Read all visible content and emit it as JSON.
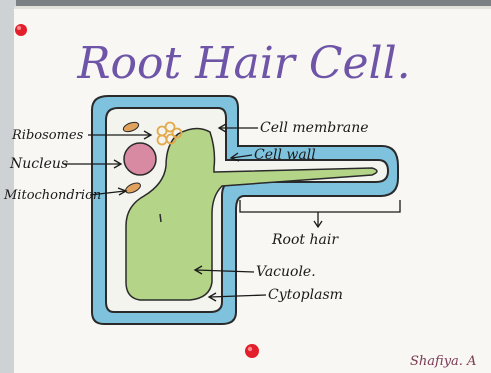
{
  "title": "Root Hair Cell.",
  "labels": {
    "ribosomes": "Ribosomes",
    "nucleus": "Nucleus",
    "mitochondrion": "Mitochondrion",
    "cell_membrane": "Cell membrane",
    "cell_wall": "Cell wall",
    "root_hair": "Root hair",
    "vacuole": "Vacuole.",
    "cytoplasm": "Cytoplasm"
  },
  "signature": "Shafiya. A",
  "colors": {
    "title": "#6e55a8",
    "cell_wall_fill": "#7ec2de",
    "membrane_outline": "#2a2a2a",
    "vacuole_fill": "#b4d488",
    "nucleus_fill": "#d98aa3",
    "mitochondria_fill": "#e0a25c",
    "ribosome_stroke": "#e3a94a",
    "pin": "#e21f2b",
    "paper": "#f8f7f3"
  }
}
